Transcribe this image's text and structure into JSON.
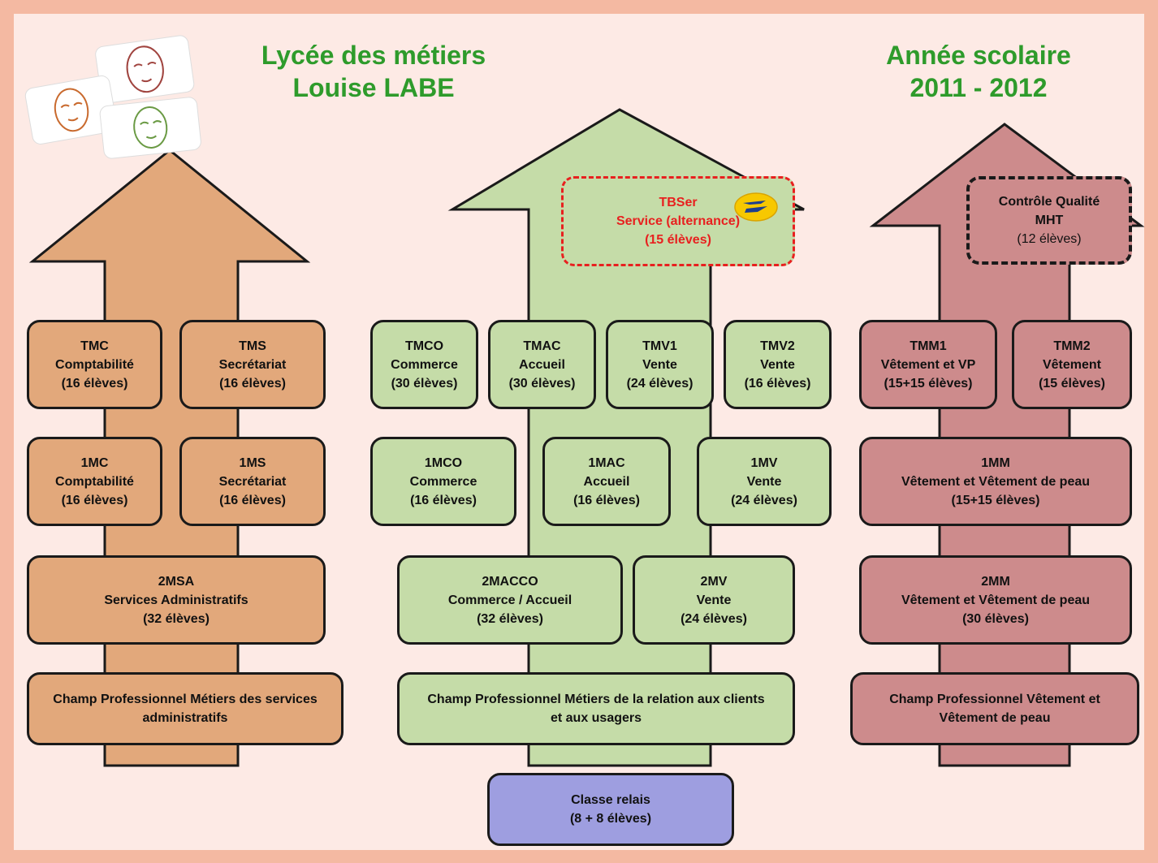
{
  "header": {
    "school_line1": "Lycée des métiers",
    "school_line2": "Louise LABE",
    "year_line1": "Année scolaire",
    "year_line2": "2011 - 2012"
  },
  "colors": {
    "orange": "#e2a87b",
    "green": "#c5dca8",
    "pink": "#cd8b8c",
    "purple": "#9e9ee0",
    "title": "#2e9b2b"
  },
  "left": {
    "tmc": {
      "code": "TMC",
      "name": "Comptabilité",
      "count": "(16 élèves)"
    },
    "tms": {
      "code": "TMS",
      "name": "Secrétariat",
      "count": "(16 élèves)"
    },
    "1mc": {
      "code": "1MC",
      "name": "Comptabilité",
      "count": "(16 élèves)"
    },
    "1ms": {
      "code": "1MS",
      "name": "Secrétariat",
      "count": "(16 élèves)"
    },
    "2msa": {
      "code": "2MSA",
      "name": "Services Administratifs",
      "count": "(32 élèves)"
    },
    "champ": {
      "line1": "Champ Professionnel Métiers des services",
      "line2": "administratifs"
    }
  },
  "center": {
    "tbser": {
      "code": "TBSer",
      "name": "Service (alternance)",
      "count": "(15 élèves)"
    },
    "tmco": {
      "code": "TMCO",
      "name": "Commerce",
      "count": "(30 élèves)"
    },
    "tmac": {
      "code": "TMAC",
      "name": "Accueil",
      "count": "(30  élèves)"
    },
    "tmv1": {
      "code": "TMV1",
      "name": "Vente",
      "count": "(24 élèves)"
    },
    "tmv2": {
      "code": "TMV2",
      "name": "Vente",
      "count": "(16 élèves)"
    },
    "1mco": {
      "code": "1MCO",
      "name": "Commerce",
      "count": "(16 élèves)"
    },
    "1mac": {
      "code": "1MAC",
      "name": "Accueil",
      "count": "(16  élèves)"
    },
    "1mv": {
      "code": "1MV",
      "name": "Vente",
      "count": "(24 élèves)"
    },
    "2macco": {
      "code": "2MACCO",
      "name": "Commerce / Accueil",
      "count": "(32 élèves)"
    },
    "2mv": {
      "code": "2MV",
      "name": "Vente",
      "count": "(24 élèves)"
    },
    "champ": {
      "line1": "Champ Professionnel Métiers de la relation  aux clients",
      "line2": "et aux usagers"
    },
    "relais": {
      "line1": "Classe relais",
      "line2": "(8 + 8 élèves)"
    }
  },
  "right": {
    "cq": {
      "line1": "Contrôle Qualité",
      "line2": "MHT",
      "count": "(12 élèves)"
    },
    "tmm1": {
      "code": "TMM1",
      "name": "Vêtement et VP",
      "count": "(15+15 élèves)"
    },
    "tmm2": {
      "code": "TMM2",
      "name": "Vêtement",
      "count": "(15 élèves)"
    },
    "1mm": {
      "code": "1MM",
      "name": "Vêtement et Vêtement de peau",
      "count": "(15+15 élèves)"
    },
    "2mm": {
      "code": "2MM",
      "name": "Vêtement et Vêtement de peau",
      "count": "(30 élèves)"
    },
    "champ": {
      "line1": "Champ Professionnel  Vêtement et",
      "line2": "Vêtement de peau"
    }
  }
}
